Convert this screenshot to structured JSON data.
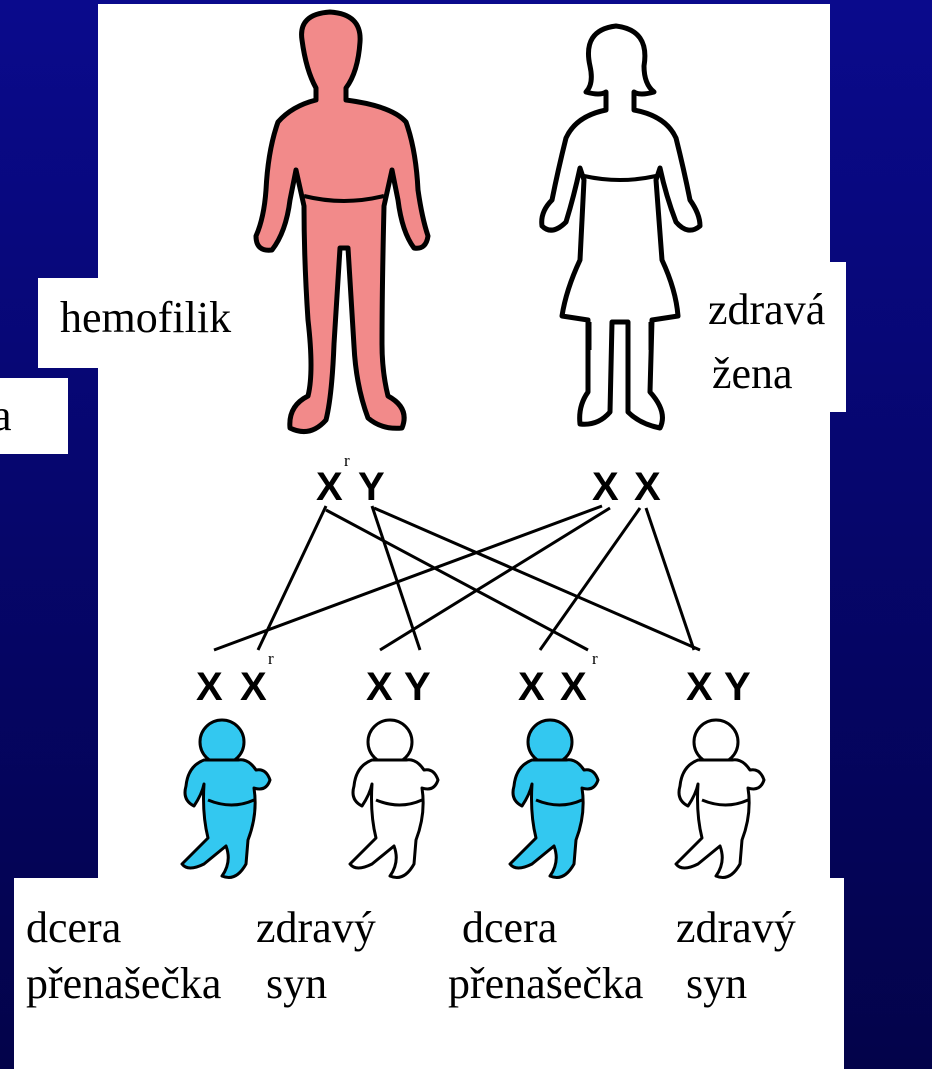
{
  "labels": {
    "father": "hemofilik",
    "mother_line1": "zdravá",
    "mother_line2": "žena",
    "clipped_left": "a",
    "child1_line1": "dcera",
    "child1_line2": "přenašečka",
    "child2_line1": "zdravý",
    "child2_line2": "syn",
    "child3_line1": "dcera",
    "child3_line2": "přenašečka",
    "child4_line1": "zdravý",
    "child4_line2": "syn"
  },
  "chromosomes": {
    "father": [
      "X",
      "Y"
    ],
    "father_marker": "r",
    "mother": [
      "X",
      "X"
    ],
    "child1": [
      "X",
      "X"
    ],
    "child1_marker": "r",
    "child2": [
      "X",
      "Y"
    ],
    "child3": [
      "X",
      "X"
    ],
    "child3_marker": "r",
    "child4": [
      "X",
      "Y"
    ]
  },
  "colors": {
    "background": "#06066e",
    "affected_male": "#f28a8a",
    "carrier_child": "#33c8f0",
    "healthy": "#ffffff",
    "outline": "#000000"
  }
}
